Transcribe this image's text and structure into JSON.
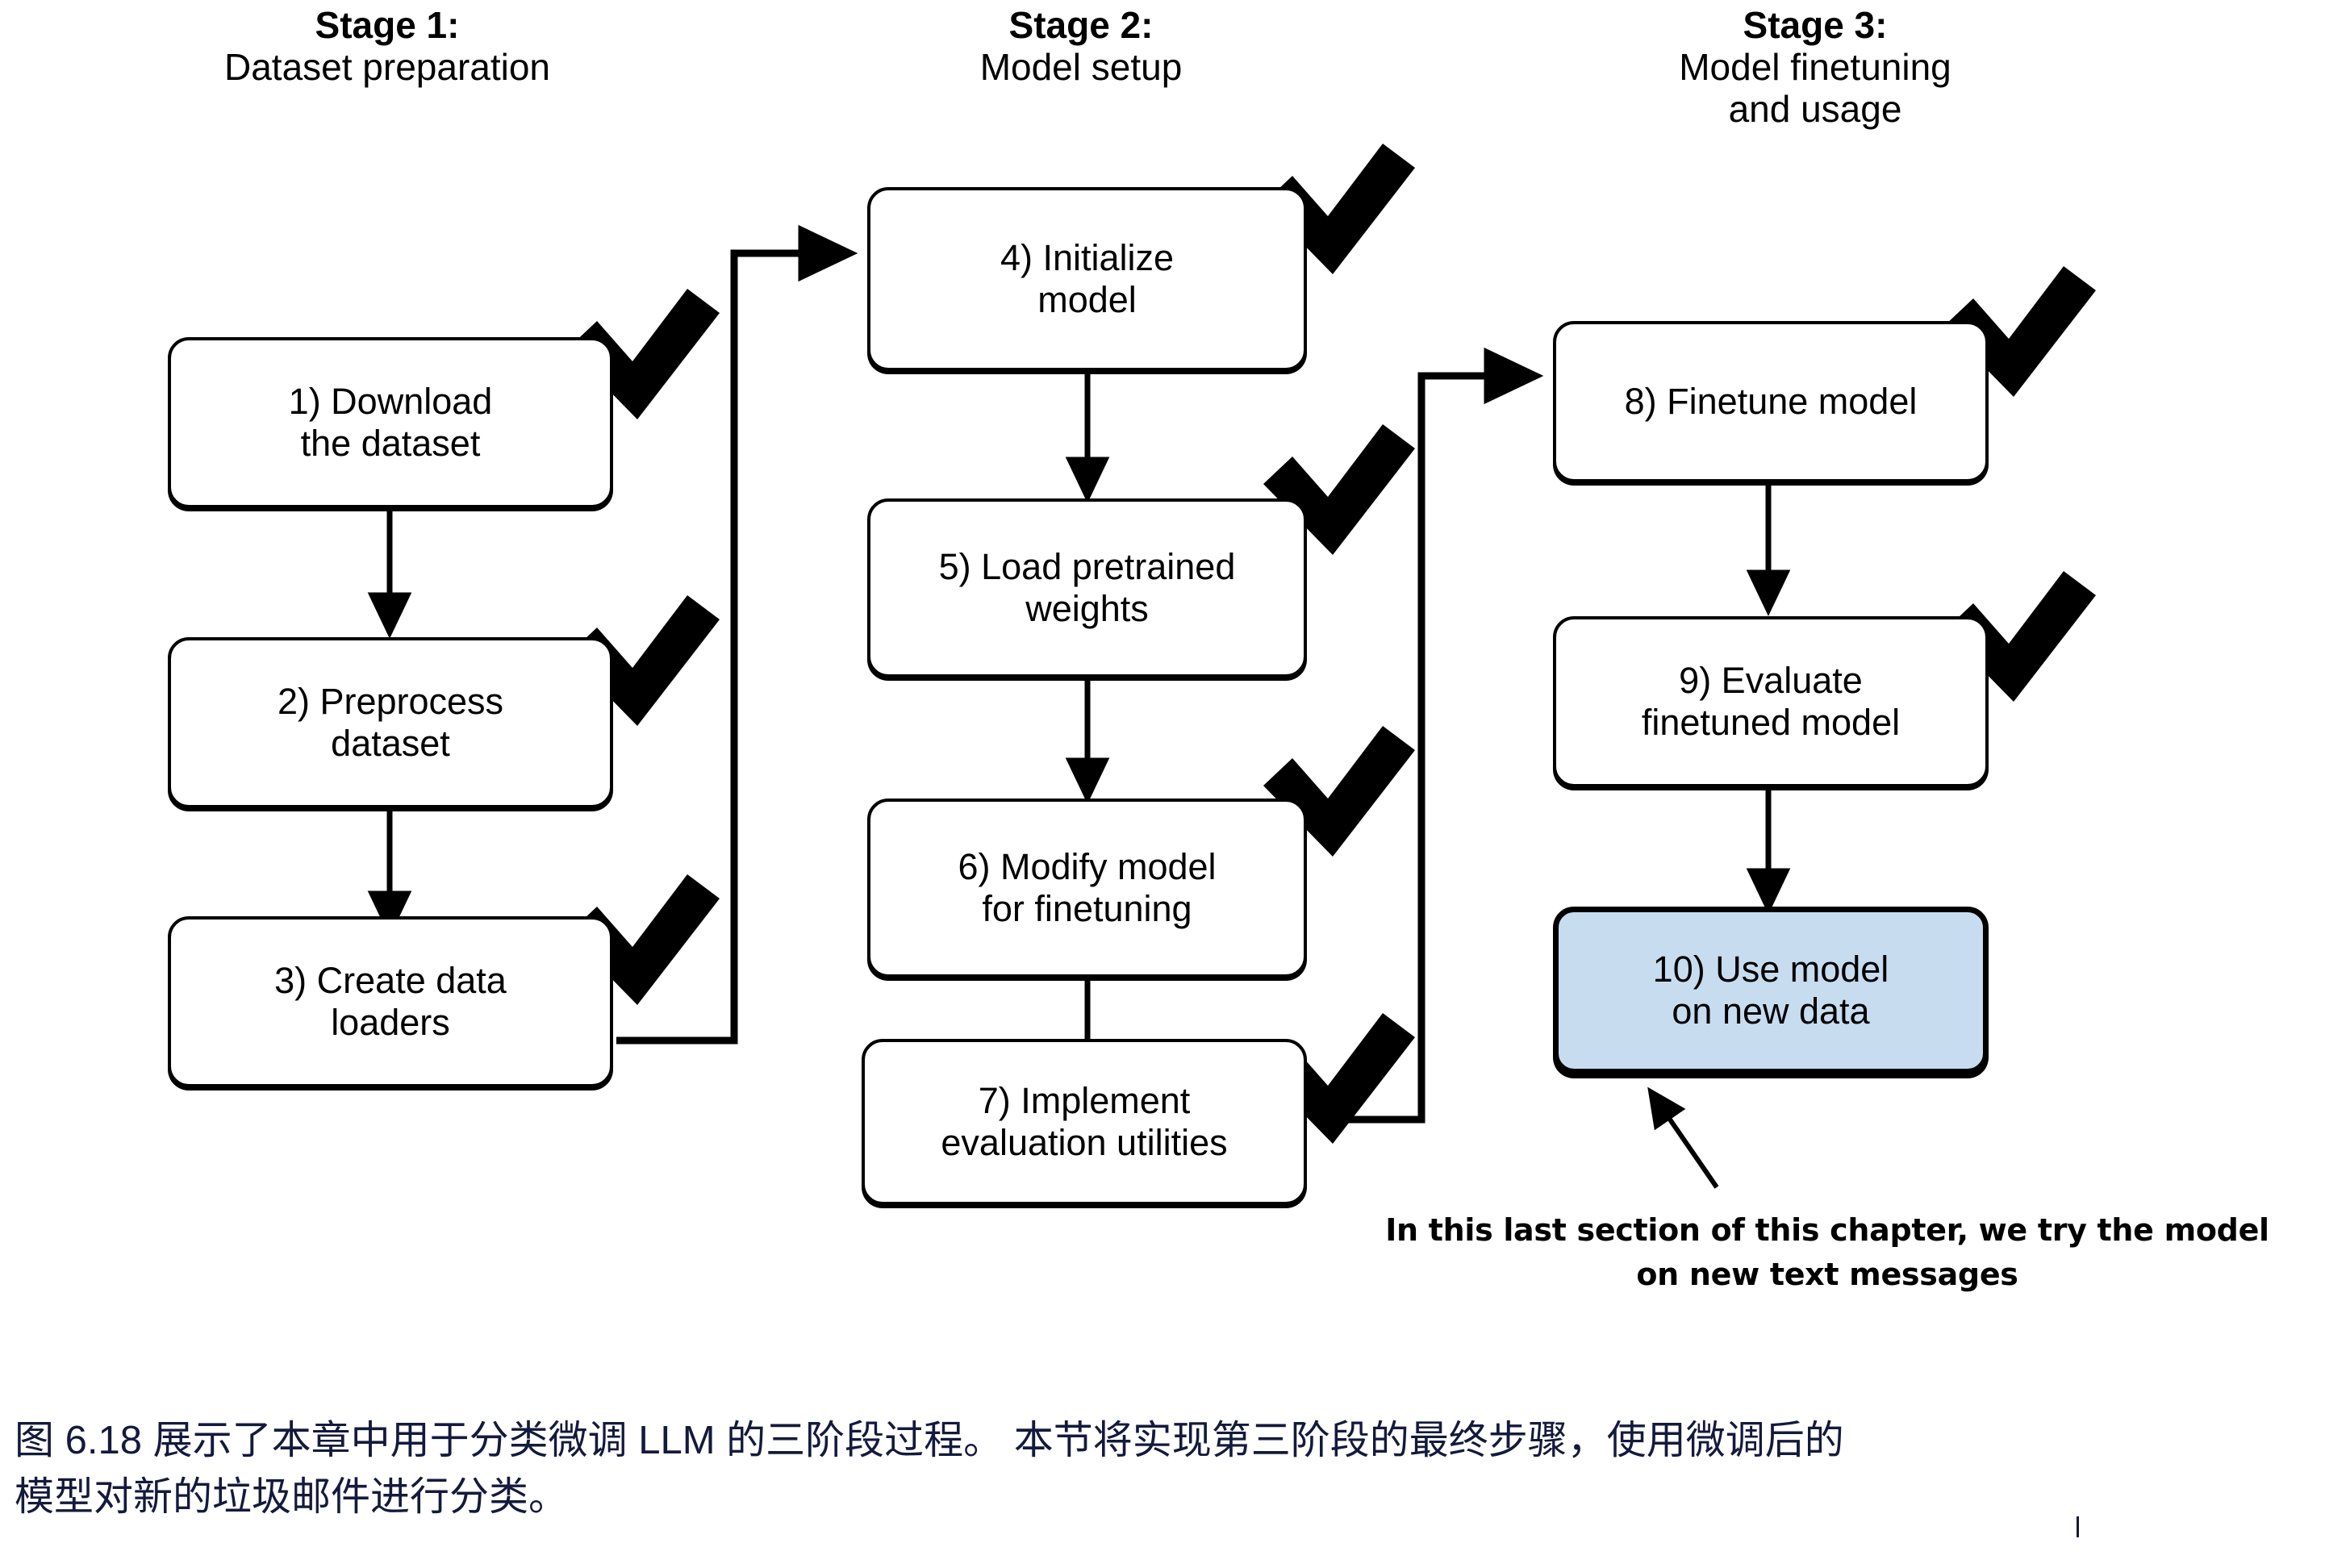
{
  "figure": {
    "stages": [
      {
        "title": "Stage 1:",
        "subtitle": "Dataset preparation"
      },
      {
        "title": "Stage 2:",
        "subtitle": "Model setup"
      },
      {
        "title": "Stage 3:",
        "subtitle_line1": "Model finetuning",
        "subtitle_line2": "and usage"
      }
    ],
    "nodes": [
      {
        "id": "step-1",
        "line1": "1) Download",
        "line2": "the dataset",
        "checked": true,
        "highlight": false
      },
      {
        "id": "step-2",
        "line1": "2) Preprocess",
        "line2": "dataset",
        "checked": true,
        "highlight": false
      },
      {
        "id": "step-3",
        "line1": "3) Create data",
        "line2": "loaders",
        "checked": true,
        "highlight": false
      },
      {
        "id": "step-4",
        "line1": "4) Initialize",
        "line2": "model",
        "checked": true,
        "highlight": false
      },
      {
        "id": "step-5",
        "line1": "5) Load pretrained",
        "line2": "weights",
        "checked": true,
        "highlight": false
      },
      {
        "id": "step-6",
        "line1": "6) Modify model",
        "line2": "for finetuning",
        "checked": true,
        "highlight": false
      },
      {
        "id": "step-7",
        "line1": "7) Implement",
        "line2": "evaluation utilities",
        "checked": true,
        "highlight": false
      },
      {
        "id": "step-8",
        "line1": "8) Finetune model",
        "line2": "",
        "checked": true,
        "highlight": false
      },
      {
        "id": "step-9",
        "line1": "9) Evaluate",
        "line2": "finetuned model",
        "checked": true,
        "highlight": false
      },
      {
        "id": "step-10",
        "line1": "10) Use model",
        "line2": "on new data",
        "checked": false,
        "highlight": true
      }
    ],
    "annotation": {
      "line1": "In this last section of this chapter, we try the",
      "line2": "model on new text messages"
    },
    "colors": {
      "highlight_fill": "#c8dcf0",
      "stroke": "#000000",
      "caption_text": "#141a3c"
    }
  },
  "caption": {
    "line1": "图 6.18 展示了本章中用于分类微调 LLM 的三阶段过程。 本节将实现第三阶段的最终步骤，使用微调后的",
    "line2": "模型对新的垃圾邮件进行分类。"
  }
}
